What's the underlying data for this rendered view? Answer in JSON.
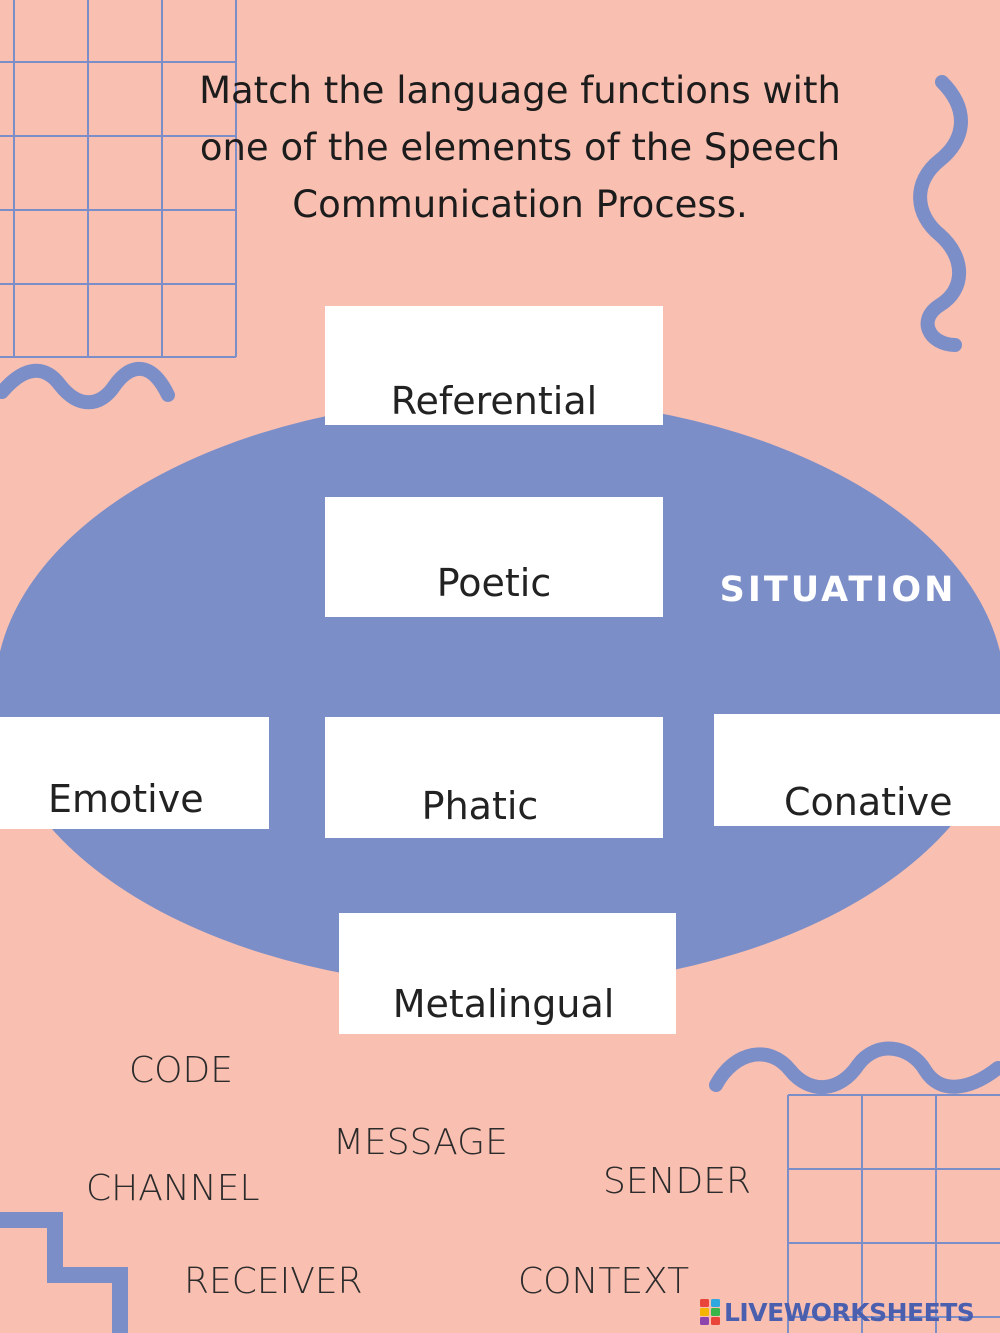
{
  "instructions": "Match the language functions with one of the elements of the Speech Communication Process.",
  "diagram": {
    "label": "SITUATION",
    "functions": [
      {
        "id": "referential",
        "label": "Referential"
      },
      {
        "id": "poetic",
        "label": "Poetic"
      },
      {
        "id": "emotive",
        "label": "Emotive"
      },
      {
        "id": "phatic",
        "label": "Phatic"
      },
      {
        "id": "conative",
        "label": "Conative"
      },
      {
        "id": "metalingual",
        "label": "Metalingual"
      }
    ]
  },
  "elements": [
    {
      "id": "code",
      "label": "CODE"
    },
    {
      "id": "message",
      "label": "MESSAGE"
    },
    {
      "id": "channel",
      "label": "CHANNEL"
    },
    {
      "id": "sender",
      "label": "SENDER"
    },
    {
      "id": "receiver",
      "label": "RECEIVER"
    },
    {
      "id": "context",
      "label": "CONTEXT"
    }
  ],
  "brand": {
    "name": "LIVEWORKSHEETS",
    "icon": "liveworksheets-logo-icon"
  },
  "colors": {
    "background": "#f9bfb1",
    "accent": "#7b8ec8",
    "brand": "#4a5fae"
  }
}
